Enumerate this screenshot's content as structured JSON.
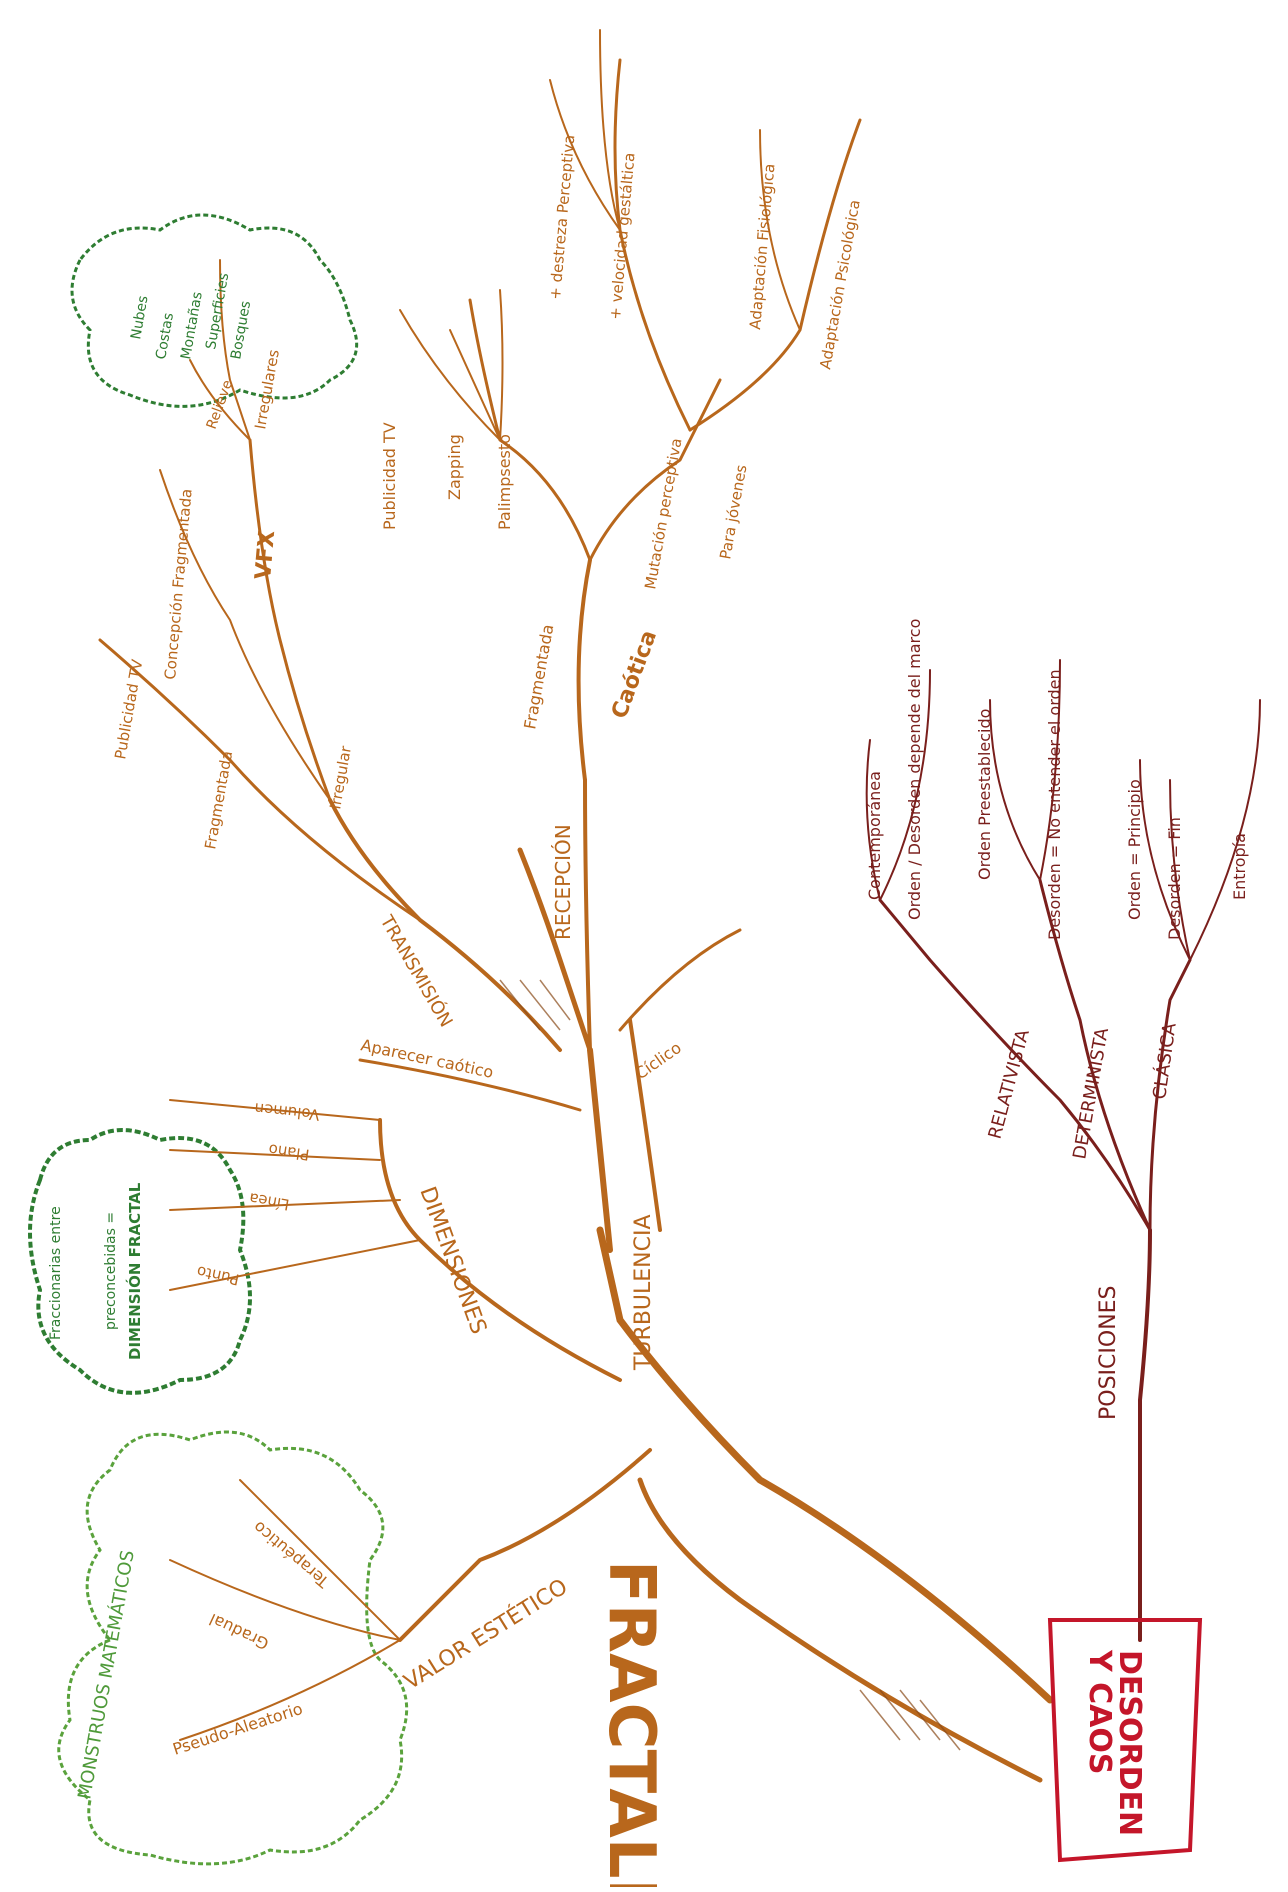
{
  "colors": {
    "orange": "#b8671c",
    "brown": "#8a4b1a",
    "dark_red": "#7a1f1c",
    "green": "#2e7d32",
    "light_green": "#5aa23c",
    "crimson": "#c4162a"
  },
  "central_topic": "FRACTALES",
  "disorder_box": {
    "line1": "DESORDEN",
    "line2": "Y CAOS"
  },
  "valor": {
    "title": "VALOR ESTÉTICO",
    "items": [
      "Pseudo-Aleatorio",
      "Gradual",
      "Terapéutico"
    ],
    "cloud": "MONSTRUOS MATEMÁTICOS"
  },
  "dimensiones": {
    "title": "DIMENSIONES",
    "items": [
      "Punto",
      "Línea",
      "Plano",
      "Volumen"
    ],
    "note": [
      "Fraccionarias entre",
      "preconcebidas =",
      "DIMENSIÓN FRACTAL"
    ]
  },
  "turbulencia": {
    "title": "TURBULENCIA",
    "branches": [
      "Aparecer caótico",
      "Cíclico"
    ]
  },
  "transmision": {
    "title": "TRANSMISIÓN",
    "fragmentada": "Fragmentada",
    "publicidad": "Publicidad TV",
    "concepcion": "Concepción Fragmentada",
    "irregular": "Irregular",
    "vfx": "VFX",
    "irregulares": "Irregulares",
    "relieve": "Relieve",
    "nature": [
      "Nubes",
      "Costas",
      "Montañas",
      "Superficies",
      "Bosques"
    ]
  },
  "recepcion": {
    "title": "RECEPCIÓN",
    "fragmentada": "Fragmentada",
    "frag_items": [
      "Publicidad TV",
      "Zapping",
      "Palimpsesto"
    ],
    "caotica": "Caótica",
    "mutacion": "Mutación perceptiva",
    "mutacion_items": [
      "+ destreza Perceptiva",
      "+ velocidad gestáltica"
    ],
    "jovenes": "Para jóvenes",
    "jovenes_items": [
      "Adaptación Fisiológica",
      "Adaptación Psicológica"
    ]
  },
  "posiciones": {
    "title": "POSICIONES",
    "relativista": "RELATIVISTA",
    "rel_items": [
      "Contemporánea",
      "Orden / Desorden depende del marco"
    ],
    "determinista": "DETERMINISTA",
    "det_items": [
      "Orden Preestablecido",
      "Desorden = No entender el orden"
    ],
    "clasica": "CLÁSICA",
    "cla_items": [
      "Orden = Principio",
      "Desorden = Fin",
      "Entropía"
    ]
  }
}
